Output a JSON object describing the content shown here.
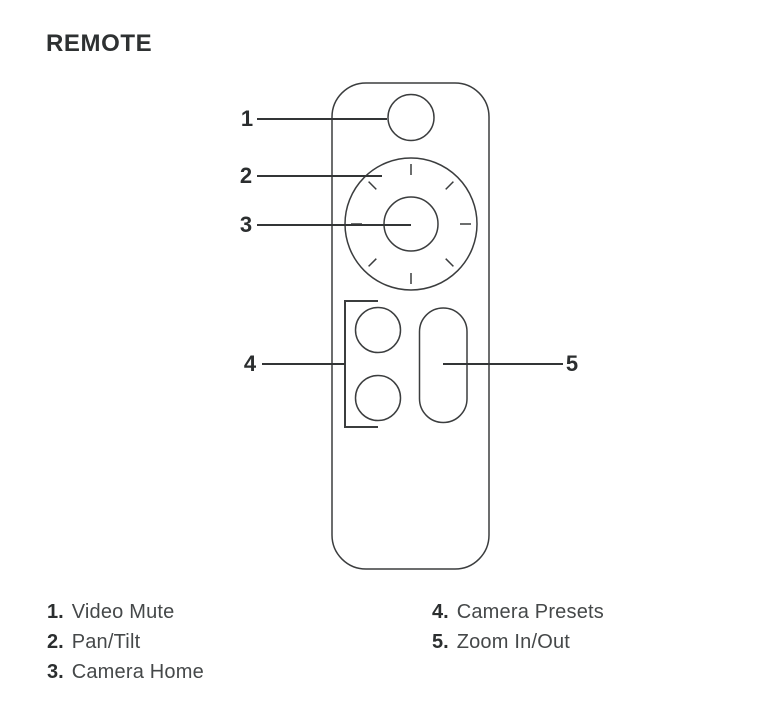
{
  "page": {
    "title": "REMOTE"
  },
  "colors": {
    "outline_stroke": "#3b3d3e",
    "callout_line": "#333536",
    "heading_text": "#2e3132",
    "legend_text": "#454849"
  },
  "diagram": {
    "callouts": [
      {
        "num": "1"
      },
      {
        "num": "2"
      },
      {
        "num": "3"
      },
      {
        "num": "4"
      },
      {
        "num": "5"
      }
    ]
  },
  "legend": {
    "left": [
      {
        "num": "1.",
        "label": "Video Mute"
      },
      {
        "num": "2.",
        "label": "Pan/Tilt"
      },
      {
        "num": "3.",
        "label": "Camera Home"
      }
    ],
    "right": [
      {
        "num": "4.",
        "label": "Camera Presets"
      },
      {
        "num": "5.",
        "label": "Zoom In/Out"
      }
    ]
  }
}
